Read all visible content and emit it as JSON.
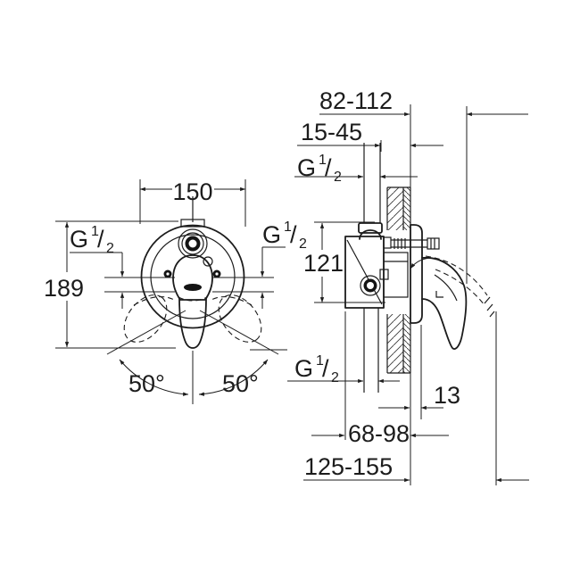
{
  "colors": {
    "line": "#1c1c1c",
    "background": "#ffffff"
  },
  "dims": {
    "wall_to_handle": "82-112",
    "embed_depth": "15-45",
    "faceplate_width": "150",
    "overall_height": "189",
    "body_height": "121",
    "angle_left": "50°",
    "angle_right": "50°",
    "escutcheon_offset": "13",
    "body_depth": "68-98",
    "overall_depth": "125-155"
  },
  "thread": {
    "base": "G",
    "sup": "1",
    "slash": "/",
    "sub": "2"
  }
}
